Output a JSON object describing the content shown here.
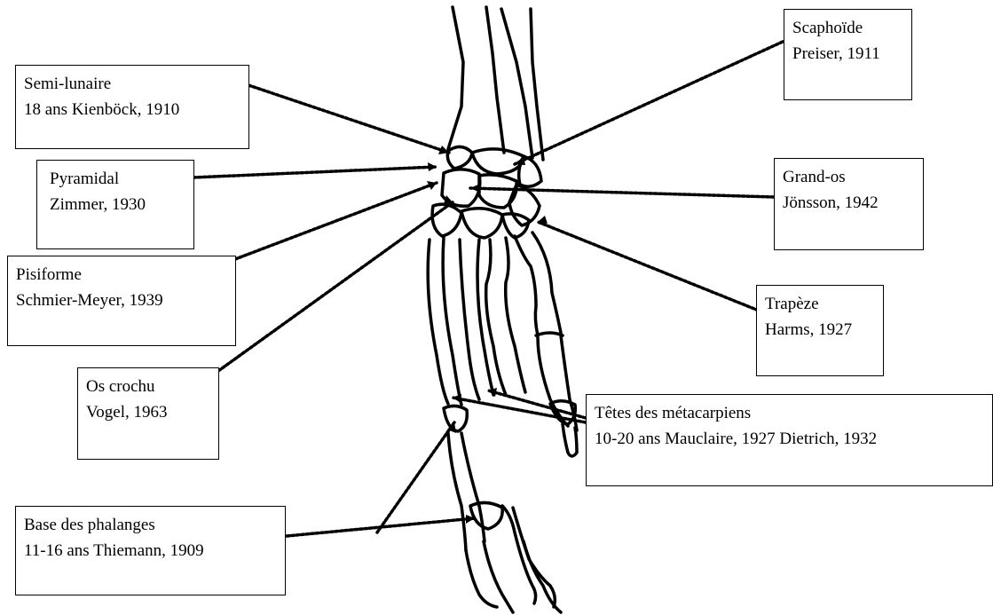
{
  "labels": {
    "semi_lunaire": {
      "line1": "Semi-lunaire",
      "line2": "18 ans Kienböck, 1910"
    },
    "pyramidal": {
      "line1": "Pyramidal",
      "line2": "Zimmer, 1930"
    },
    "pisiforme": {
      "line1": "Pisiforme",
      "line2": "Schmier-Meyer, 1939"
    },
    "os_crochu": {
      "line1": "Os crochu",
      "line2": "Vogel, 1963"
    },
    "base_phalanges": {
      "line1": "Base des phalanges",
      "line2": "11-16 ans Thiemann, 1909"
    },
    "scaphoide": {
      "line1": "Scaphoïde",
      "line2": "Preiser, 1911"
    },
    "grand_os": {
      "line1": "Grand-os",
      "line2": "Jönsson, 1942"
    },
    "trapeze": {
      "line1": "Trapèze",
      "line2": "Harms, 1927"
    },
    "tetes_metacarpiens": {
      "line1": "Têtes des métacarpiens",
      "line2": "10-20 ans Mauclaire, 1927   Dietrich, 1932"
    }
  }
}
